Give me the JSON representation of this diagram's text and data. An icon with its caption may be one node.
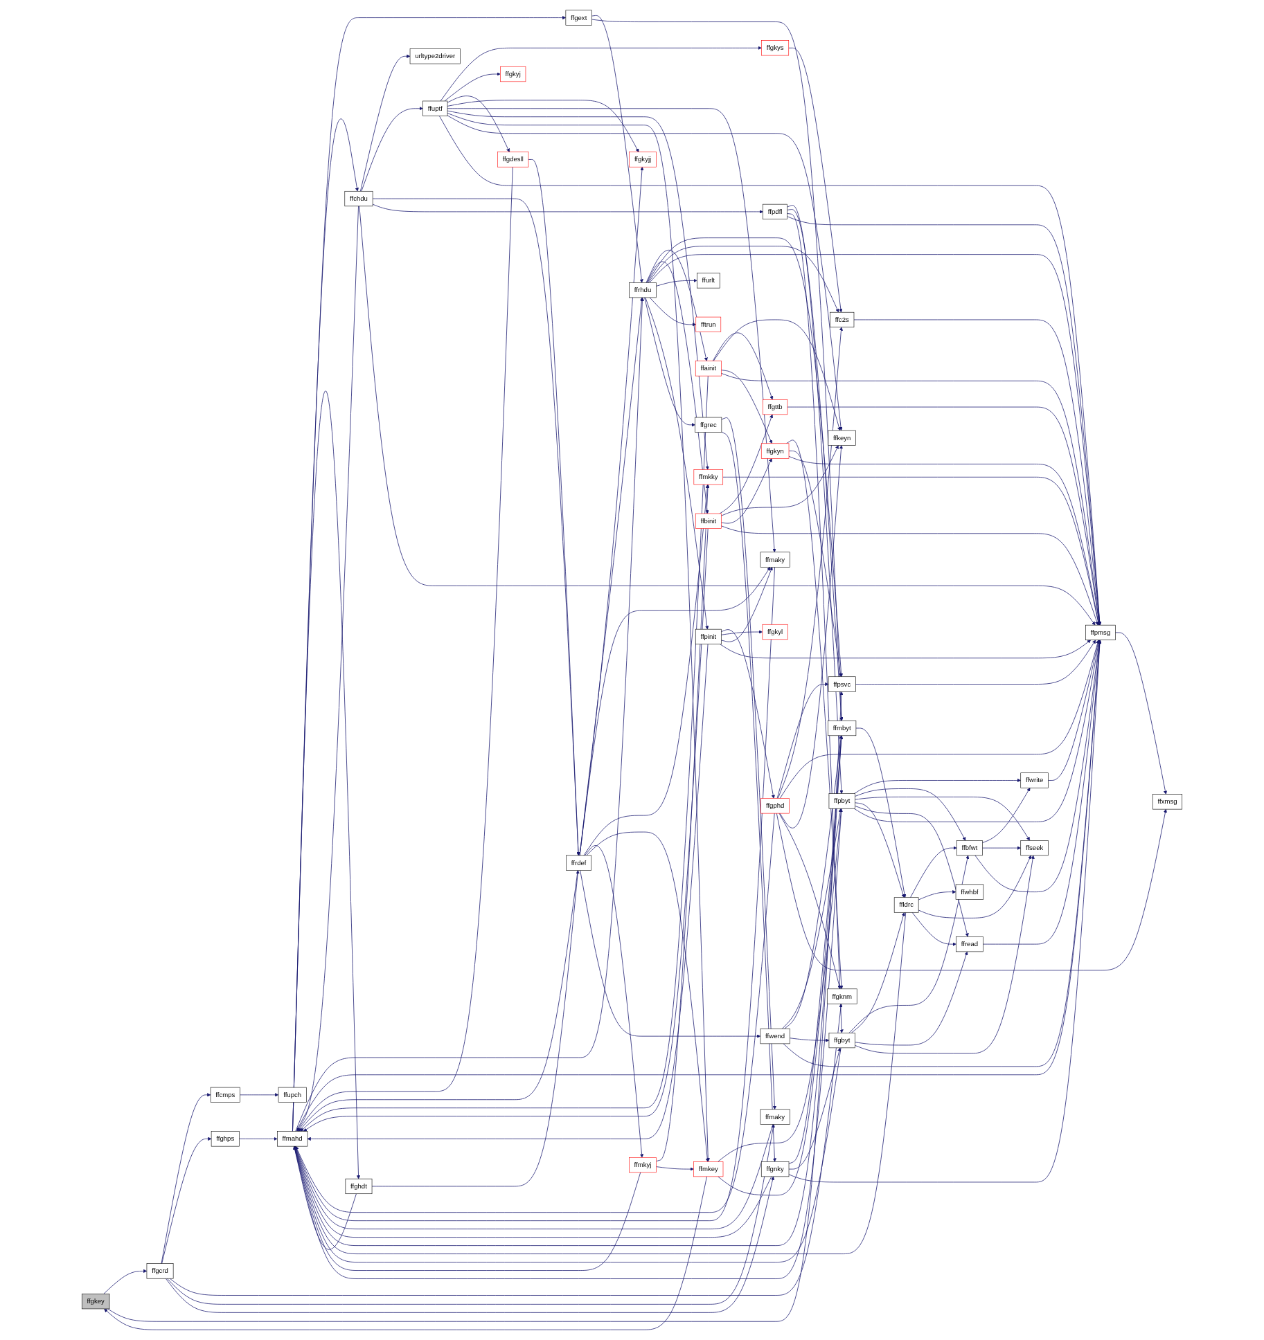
{
  "diagram": {
    "nodes": [
      {
        "text": [
          "ffgkey"
        ]
      },
      {
        "text": [
          "ffgcrd"
        ]
      },
      {
        "text": [
          "ffcmps"
        ]
      },
      {
        "text": [
          "ffghps"
        ]
      },
      {
        "text": [
          "ffupch"
        ]
      },
      {
        "text": [
          "ffmahd"
        ]
      },
      {
        "text": [
          "ffchdu"
        ]
      },
      {
        "text": [
          "ffghdt"
        ]
      },
      {
        "text": [
          "urltype2driver"
        ]
      },
      {
        "text": [
          "ffuptf"
        ]
      },
      {
        "text": [
          "ffgkys"
        ]
      },
      {
        "text": [
          "ffgkyj"
        ]
      },
      {
        "text": [
          "ffgdesll"
        ]
      },
      {
        "text": [
          "ffrdef"
        ]
      },
      {
        "text": [
          "ffgext"
        ]
      },
      {
        "text": [
          "ffrhdu"
        ]
      },
      {
        "text": [
          "ffainit"
        ]
      },
      {
        "text": [
          "ffbinit"
        ]
      },
      {
        "text": [
          "ffgphd"
        ]
      },
      {
        "text": [
          "ffpinit"
        ]
      },
      {
        "text": [
          "ffurlt"
        ]
      },
      {
        "text": [
          "fftrun"
        ]
      },
      {
        "text": [
          "ffgkyjj"
        ]
      },
      {
        "text": [
          "ffmkyj"
        ]
      },
      {
        "text": [
          "ffgrec"
        ]
      },
      {
        "text": [
          "ffgttb"
        ]
      },
      {
        "text": [
          "ffgkyn"
        ]
      },
      {
        "text": [
          "ffgkyl"
        ]
      },
      {
        "text": [
          "ffmaky"
        ]
      },
      {
        "text": [
          "ffmkky"
        ]
      },
      {
        "text": [
          "ffmkey"
        ]
      },
      {
        "text": [
          "ffwend"
        ]
      },
      {
        "text": [
          "ffpdfl"
        ]
      },
      {
        "text": [
          "ffmaky"
        ]
      },
      {
        "text": [
          "ffgnky"
        ]
      },
      {
        "text": [
          "ffkeyn"
        ]
      },
      {
        "text": [
          "ffgknm"
        ]
      },
      {
        "text": [
          "ffpsvc"
        ]
      },
      {
        "text": [
          "ffc2s"
        ]
      },
      {
        "text": [
          "ffpbyt"
        ]
      },
      {
        "text": [
          "ffmbyt"
        ]
      },
      {
        "text": [
          "ffgbyt"
        ]
      },
      {
        "text": [
          "ffpmsg"
        ]
      },
      {
        "text": [
          "ffbfwt"
        ]
      },
      {
        "text": [
          "ffldrc"
        ]
      },
      {
        "text": [
          "ffwhbf"
        ]
      },
      {
        "text": [
          "ffread"
        ]
      },
      {
        "text": [
          "ffxmsg"
        ]
      },
      {
        "text": [
          "ffwrite"
        ]
      },
      {
        "text": [
          "ffseek"
        ]
      }
    ],
    "edges": [
      {
        "from": 0,
        "to": 1,
        "arrow": "to"
      },
      {
        "from": 0,
        "to": 37,
        "arrow": "to"
      },
      {
        "from": 1,
        "to": 2,
        "arrow": "to"
      },
      {
        "from": 1,
        "to": 3,
        "arrow": "to"
      },
      {
        "from": 1,
        "to": 36,
        "arrow": "to"
      },
      {
        "from": 1,
        "to": 33,
        "arrow": "to"
      },
      {
        "from": 1,
        "to": 34,
        "arrow": "to"
      },
      {
        "from": 2,
        "to": 4,
        "arrow": "to"
      },
      {
        "from": 3,
        "to": 5,
        "arrow": "to"
      },
      {
        "from": 5,
        "to": 6,
        "arrow": "to"
      },
      {
        "from": 5,
        "to": 7,
        "arrow": "to"
      },
      {
        "from": 5,
        "to": 14,
        "arrow": "to"
      },
      {
        "from": 5,
        "to": 15,
        "arrow": "to"
      },
      {
        "from": 5,
        "to": 42,
        "arrow": "to"
      },
      {
        "from": 6,
        "to": 5,
        "arrow": "to"
      },
      {
        "from": 6,
        "to": 8,
        "arrow": "to"
      },
      {
        "from": 6,
        "to": 9,
        "arrow": "to"
      },
      {
        "from": 6,
        "to": 13,
        "arrow": "to"
      },
      {
        "from": 6,
        "to": 32,
        "arrow": "to"
      },
      {
        "from": 6,
        "to": 42,
        "arrow": "to"
      },
      {
        "from": 7,
        "to": 5,
        "arrow": "to"
      },
      {
        "from": 7,
        "to": 13,
        "arrow": "to"
      },
      {
        "from": 9,
        "to": 10,
        "arrow": "to"
      },
      {
        "from": 9,
        "to": 11,
        "arrow": "to"
      },
      {
        "from": 9,
        "to": 12,
        "arrow": "to"
      },
      {
        "from": 9,
        "to": 22,
        "arrow": "to"
      },
      {
        "from": 9,
        "to": 28,
        "arrow": "to"
      },
      {
        "from": 9,
        "to": 29,
        "arrow": "to"
      },
      {
        "from": 9,
        "to": 30,
        "arrow": "to"
      },
      {
        "from": 9,
        "to": 35,
        "arrow": "to"
      },
      {
        "from": 9,
        "to": 42,
        "arrow": "to"
      },
      {
        "from": 10,
        "to": 38,
        "arrow": "to"
      },
      {
        "from": 12,
        "to": 5,
        "arrow": "to"
      },
      {
        "from": 12,
        "to": 13,
        "arrow": "to"
      },
      {
        "from": 13,
        "to": 5,
        "arrow": "to"
      },
      {
        "from": 13,
        "to": 15,
        "arrow": "to"
      },
      {
        "from": 13,
        "to": 22,
        "arrow": "to"
      },
      {
        "from": 13,
        "to": 28,
        "arrow": "to"
      },
      {
        "from": 13,
        "to": 29,
        "arrow": "to"
      },
      {
        "from": 13,
        "to": 23,
        "arrow": "to"
      },
      {
        "from": 13,
        "to": 30,
        "arrow": "to"
      },
      {
        "from": 13,
        "to": 31,
        "arrow": "to"
      },
      {
        "from": 14,
        "to": 15,
        "arrow": "to"
      },
      {
        "from": 14,
        "to": 40,
        "arrow": "to"
      },
      {
        "from": 15,
        "to": 16,
        "arrow": "to"
      },
      {
        "from": 15,
        "to": 17,
        "arrow": "to"
      },
      {
        "from": 15,
        "to": 37,
        "arrow": "to"
      },
      {
        "from": 15,
        "to": 38,
        "arrow": "to"
      },
      {
        "from": 15,
        "to": 42,
        "arrow": "to"
      },
      {
        "from": 15,
        "to": 20,
        "arrow": "to"
      },
      {
        "from": 15,
        "to": 21,
        "arrow": "to"
      },
      {
        "from": 15,
        "to": 19,
        "arrow": "to"
      },
      {
        "from": 15,
        "to": 24,
        "arrow": "to"
      },
      {
        "from": 16,
        "to": 5,
        "arrow": "to"
      },
      {
        "from": 16,
        "to": 25,
        "arrow": "to"
      },
      {
        "from": 16,
        "to": 35,
        "arrow": "to"
      },
      {
        "from": 16,
        "to": 26,
        "arrow": "to"
      },
      {
        "from": 16,
        "to": 42,
        "arrow": "to"
      },
      {
        "from": 17,
        "to": 5,
        "arrow": "to"
      },
      {
        "from": 17,
        "to": 25,
        "arrow": "to"
      },
      {
        "from": 17,
        "to": 35,
        "arrow": "to"
      },
      {
        "from": 17,
        "to": 26,
        "arrow": "to"
      },
      {
        "from": 17,
        "to": 42,
        "arrow": "to"
      },
      {
        "from": 18,
        "to": 5,
        "arrow": "to"
      },
      {
        "from": 18,
        "to": 37,
        "arrow": "to"
      },
      {
        "from": 18,
        "to": 38,
        "arrow": "to"
      },
      {
        "from": 18,
        "to": 42,
        "arrow": "to"
      },
      {
        "from": 18,
        "to": 35,
        "arrow": "to"
      },
      {
        "from": 18,
        "to": 36,
        "arrow": "to"
      },
      {
        "from": 18,
        "to": 47,
        "arrow": "to"
      },
      {
        "from": 19,
        "to": 5,
        "arrow": "to"
      },
      {
        "from": 19,
        "to": 18,
        "arrow": "to"
      },
      {
        "from": 19,
        "to": 27,
        "arrow": "to"
      },
      {
        "from": 19,
        "to": 28,
        "arrow": "to"
      },
      {
        "from": 19,
        "to": 42,
        "arrow": "to"
      },
      {
        "from": 23,
        "to": 5,
        "arrow": "to"
      },
      {
        "from": 23,
        "to": 29,
        "arrow": "to"
      },
      {
        "from": 23,
        "to": 30,
        "arrow": "to"
      },
      {
        "from": 24,
        "to": 33,
        "arrow": "to"
      },
      {
        "from": 24,
        "to": 34,
        "arrow": "to"
      },
      {
        "from": 25,
        "to": 42,
        "arrow": "to"
      },
      {
        "from": 26,
        "to": 36,
        "arrow": "to"
      },
      {
        "from": 26,
        "to": 37,
        "arrow": "to"
      },
      {
        "from": 26,
        "to": 42,
        "arrow": "to"
      },
      {
        "from": 28,
        "to": 5,
        "arrow": "to"
      },
      {
        "from": 29,
        "to": 42,
        "arrow": "to"
      },
      {
        "from": 30,
        "to": 0,
        "arrow": "to"
      },
      {
        "from": 30,
        "to": 39,
        "arrow": "to"
      },
      {
        "from": 30,
        "to": 40,
        "arrow": "to"
      },
      {
        "from": 31,
        "to": 39,
        "arrow": "to"
      },
      {
        "from": 31,
        "to": 40,
        "arrow": "to"
      },
      {
        "from": 31,
        "to": 41,
        "arrow": "to"
      },
      {
        "from": 31,
        "to": 42,
        "arrow": "to"
      },
      {
        "from": 32,
        "to": 39,
        "arrow": "to"
      },
      {
        "from": 32,
        "to": 40,
        "arrow": "to"
      },
      {
        "from": 32,
        "to": 41,
        "arrow": "to"
      },
      {
        "from": 32,
        "to": 42,
        "arrow": "to"
      },
      {
        "from": 33,
        "to": 5,
        "arrow": "to"
      },
      {
        "from": 34,
        "to": 5,
        "arrow": "to"
      },
      {
        "from": 34,
        "to": 40,
        "arrow": "to"
      },
      {
        "from": 34,
        "to": 41,
        "arrow": "to"
      },
      {
        "from": 34,
        "to": 42,
        "arrow": "to"
      },
      {
        "from": 37,
        "to": 42,
        "arrow": "to"
      },
      {
        "from": 38,
        "to": 42,
        "arrow": "to"
      },
      {
        "from": 39,
        "to": 5,
        "arrow": "to"
      },
      {
        "from": 39,
        "to": 48,
        "arrow": "to"
      },
      {
        "from": 39,
        "to": 43,
        "arrow": "to"
      },
      {
        "from": 39,
        "to": 49,
        "arrow": "to"
      },
      {
        "from": 39,
        "to": 44,
        "arrow": "to"
      },
      {
        "from": 39,
        "to": 46,
        "arrow": "to"
      },
      {
        "from": 39,
        "to": 42,
        "arrow": "to"
      },
      {
        "from": 40,
        "to": 5,
        "arrow": "to"
      },
      {
        "from": 40,
        "to": 44,
        "arrow": "to"
      },
      {
        "from": 41,
        "to": 5,
        "arrow": "to"
      },
      {
        "from": 41,
        "to": 43,
        "arrow": "to"
      },
      {
        "from": 41,
        "to": 44,
        "arrow": "to"
      },
      {
        "from": 41,
        "to": 46,
        "arrow": "to"
      },
      {
        "from": 41,
        "to": 49,
        "arrow": "to"
      },
      {
        "from": 42,
        "to": 47,
        "arrow": "to"
      },
      {
        "from": 43,
        "to": 48,
        "arrow": "to"
      },
      {
        "from": 43,
        "to": 49,
        "arrow": "to"
      },
      {
        "from": 43,
        "to": 42,
        "arrow": "to"
      },
      {
        "from": 44,
        "to": 5,
        "arrow": "to"
      },
      {
        "from": 44,
        "to": 43,
        "arrow": "to"
      },
      {
        "from": 44,
        "to": 45,
        "arrow": "to"
      },
      {
        "from": 44,
        "to": 49,
        "arrow": "to"
      },
      {
        "from": 44,
        "to": 46,
        "arrow": "to"
      },
      {
        "from": 46,
        "to": 42,
        "arrow": "to"
      },
      {
        "from": 48,
        "to": 42,
        "arrow": "to"
      }
    ]
  }
}
